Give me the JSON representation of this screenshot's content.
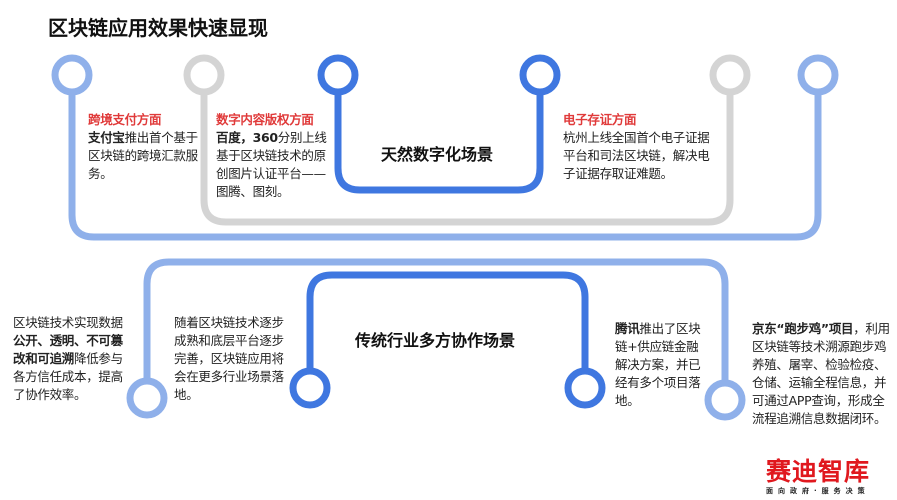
{
  "title": "区块链应用效果快速显现",
  "scene_top": "天然数字化场景",
  "scene_bottom": "传统行业多方协作场景",
  "colors": {
    "light_blue": "#8fb0ea",
    "grey": "#d4d4d4",
    "blue": "#3f77e0",
    "red": "#e03a3a"
  },
  "top_items": [
    {
      "heading": "跨境支付方面",
      "bold": "支付宝",
      "text": "推出首个基于区块链的跨境汇款服务。"
    },
    {
      "heading": "数字内容版权方面",
      "bold": "百度，360",
      "text": "分别上线基于区块链技术的原创图片认证平台——图腾、图刻。"
    },
    {
      "heading": "电子存证方面",
      "bold": "",
      "text": "杭州上线全国首个电子证据平台和司法区块链，解决电子证据存取证难题。"
    }
  ],
  "bottom_items": [
    {
      "pre": "区块链技术实现数据",
      "bold": "公开、透明、不可篡改和可追溯",
      "text": "降低参与各方信任成本，提高了协作效率。"
    },
    {
      "pre": "",
      "bold": "",
      "text": "随着区块链技术逐步成熟和底层平台逐步完善，区块链应用将会在更多行业场景落地。"
    },
    {
      "pre": "",
      "bold": "腾讯",
      "text": "推出了区块链+供应链金融解决方案，并已经有多个项目落地。"
    },
    {
      "pre": "",
      "bold": "京东“跑步鸡”项目",
      "text": "，利用区块链等技术溯源跑步鸡养殖、屠宰、检验检疫、仓储、运输全程信息，并可通过APP查询，形成全流程追溯信息数据闭环。"
    }
  ],
  "logo": {
    "name": "赛迪智库",
    "slogan": "面向政府·服务决策"
  }
}
